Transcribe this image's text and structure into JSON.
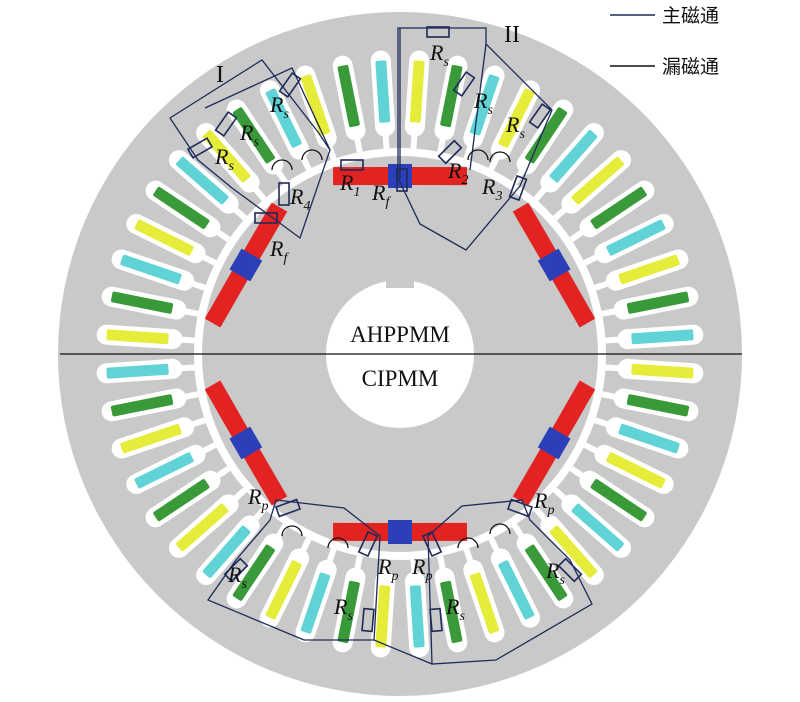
{
  "legend": {
    "main_flux": "主磁通",
    "leakage_flux": "漏磁通",
    "colors": {
      "main": "#1e2a5a",
      "leakage": "#111111"
    }
  },
  "center": {
    "top_label": "AHPPMM",
    "bottom_label": "CIPMM"
  },
  "regions": {
    "region_1": "I",
    "region_2": "II"
  },
  "resistors": {
    "Rs": {
      "main": "R",
      "sub": "s"
    },
    "Rf": {
      "main": "R",
      "sub": "f"
    },
    "Rp": {
      "main": "R",
      "sub": "p"
    },
    "R1": {
      "main": "R",
      "sub": "1"
    },
    "R2": {
      "main": "R",
      "sub": "2"
    },
    "R3": {
      "main": "R",
      "sub": "3"
    },
    "R4": {
      "main": "R",
      "sub": "4"
    }
  },
  "colors": {
    "stator": "#c9c9c9",
    "rotor": "#c9c9c9",
    "slot": "#ffffff",
    "coil_yellow": "#e6ec3a",
    "coil_cyan": "#5fd3d6",
    "coil_green": "#3a9a3a",
    "magnet_red": "#e32222",
    "magnet_blue": "#2a3fb8",
    "flux_path": "#1e2a5a"
  }
}
